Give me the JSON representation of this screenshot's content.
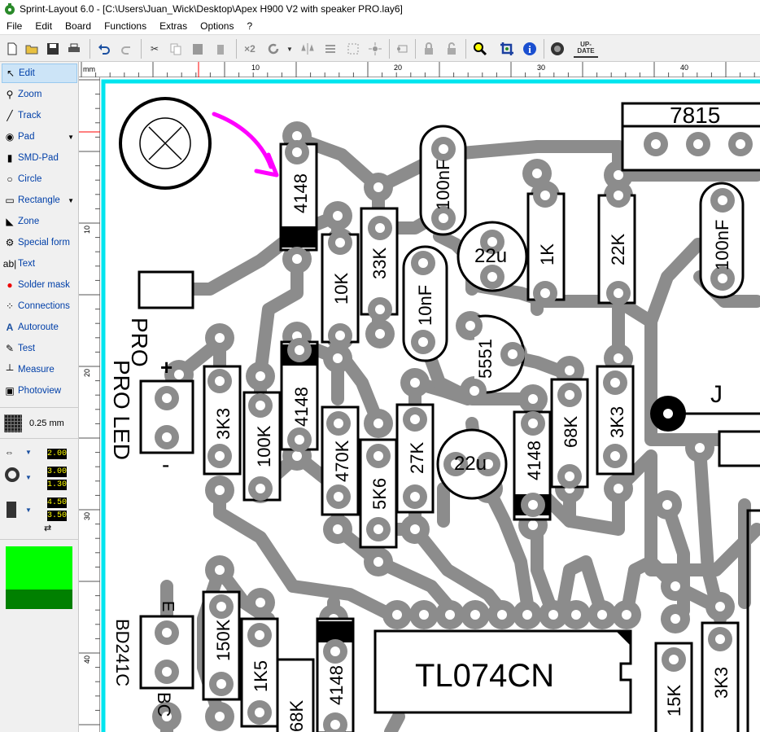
{
  "titlebar": {
    "title": "Sprint-Layout 6.0 - [C:\\Users\\Juan_Wick\\Desktop\\Apex H900 V2 with speaker PRO.lay6]"
  },
  "menu": [
    "File",
    "Edit",
    "Board",
    "Functions",
    "Extras",
    "Options",
    "?"
  ],
  "toolbar": {
    "update_label": "UP-\nDATE",
    "x2_label": "×2"
  },
  "tools": [
    {
      "label": "Edit",
      "icon": "cursor-icon"
    },
    {
      "label": "Zoom",
      "icon": "magnifier-icon"
    },
    {
      "label": "Track",
      "icon": "track-icon"
    },
    {
      "label": "Pad",
      "icon": "pad-icon"
    },
    {
      "label": "SMD-Pad",
      "icon": "smd-pad-icon"
    },
    {
      "label": "Circle",
      "icon": "circle-icon"
    },
    {
      "label": "Rectangle",
      "icon": "rectangle-icon"
    },
    {
      "label": "Zone",
      "icon": "zone-icon"
    },
    {
      "label": "Special form",
      "icon": "special-form-icon"
    },
    {
      "label": "Text",
      "icon": "text-icon"
    },
    {
      "label": "Solder mask",
      "icon": "solder-mask-icon"
    },
    {
      "label": "Connections",
      "icon": "connections-icon"
    },
    {
      "label": "Autoroute",
      "icon": "autoroute-icon"
    },
    {
      "label": "Test",
      "icon": "test-icon"
    },
    {
      "label": "Measure",
      "icon": "measure-icon"
    },
    {
      "label": "Photoview",
      "icon": "photoview-icon"
    }
  ],
  "grid": {
    "label": "0.25 mm"
  },
  "dims": {
    "track_width": "2.00",
    "pad_outer": "3.00",
    "pad_inner": "1.30",
    "smd_w": "4.50",
    "smd_h": "3.50"
  },
  "colors": {
    "layer_top": "#00ff00",
    "layer_bottom": "#008000",
    "board_edge": "#00e5ee",
    "copper": "#8c8c8c",
    "silk": "#000000",
    "arrow": "#ff00ff"
  },
  "ruler": {
    "unit": "mm",
    "top": [
      "10",
      "20",
      "30",
      "40"
    ],
    "left": [
      "10",
      "20",
      "30",
      "40"
    ]
  },
  "board": {
    "labels": {
      "c1": "4148",
      "c2": "100nF",
      "c3": "7815",
      "c4": "22u",
      "c5": "1K",
      "c6": "22K",
      "c7": "100nF",
      "c8": "33K",
      "c9": "10K",
      "c10": "10nF",
      "c11": "5551",
      "c12": "PRO",
      "c13": "+",
      "c14": "-",
      "c15": "PRO LED",
      "c16": "3K3",
      "c17": "100K",
      "c18": "4148",
      "c19": "470K",
      "c20": "5K6",
      "c21": "27K",
      "c22": "22u",
      "c23": "4148",
      "c24": "68K",
      "c25": "3K3",
      "c26": "J",
      "c27": "E",
      "c28": "BD241C",
      "c29": "BC",
      "c30": "150K",
      "c31": "1K5",
      "c32": "68K",
      "c33": "4148",
      "c34": "TL074CN",
      "c35": "15K",
      "c36": "3K3"
    }
  }
}
